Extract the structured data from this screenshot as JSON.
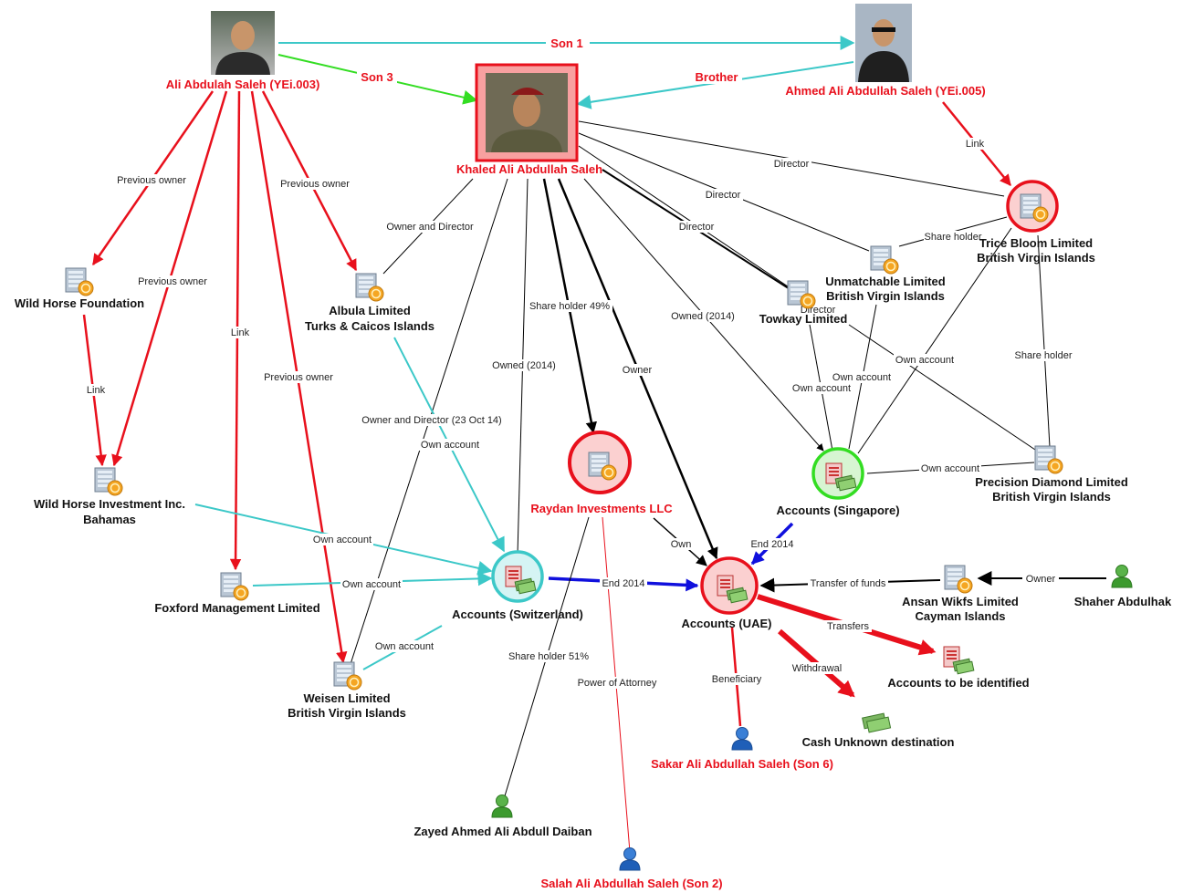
{
  "nodes": {
    "ali": "Ali Abdulah Saleh (YEi.003)",
    "ahmed": "Ahmed Ali Abdullah Saleh (YEi.005)",
    "khaled": "Khaled Ali Abdullah Saleh",
    "wild_horse_foundation": "Wild Horse Foundation",
    "albula_1": "Albula Limited",
    "albula_2": "Turks & Caicos Islands",
    "unmatchable_1": "Unmatchable Limited",
    "unmatchable_2": "British Virgin Islands",
    "towkay": "Towkay Limited",
    "trice_1": "Trice Bloom Limited",
    "trice_2": "British Virgin Islands",
    "wild_horse_inv_1": "Wild Horse Investment Inc.",
    "wild_horse_inv_2": "Bahamas",
    "raydan": "Raydan Investments LLC",
    "accounts_singapore": "Accounts (Singapore)",
    "precision_1": "Precision Diamond Limited",
    "precision_2": "British Virgin Islands",
    "foxford": "Foxford Management Limited",
    "accounts_switzerland": "Accounts (Switzerland)",
    "accounts_uae": "Accounts (UAE)",
    "ansan_1": "Ansan Wikfs Limited",
    "ansan_2": "Cayman Islands",
    "shaher": "Shaher Abdulhak",
    "accounts_tbi": "Accounts to be identified",
    "weisen_1": "Weisen Limited",
    "weisen_2": "British Virgin Islands",
    "cash": "Cash Unknown destination",
    "sakar": "Sakar Ali Abdullah Saleh (Son 6)",
    "zayed": "Zayed Ahmed Ali Abdull Daiban",
    "salah": "Salah Ali Abdullah Saleh (Son 2)"
  },
  "edges": {
    "son1": "Son 1",
    "son3": "Son 3",
    "brother": "Brother",
    "link_ahmed_trice": "Link",
    "prev_owner_whf": "Previous owner",
    "prev_owner_whi": "Previous owner",
    "prev_owner_albula": "Previous owner",
    "prev_owner_weisen": "Previous owner",
    "link_ali_foxford": "Link",
    "link_whf_whi": "Link",
    "owner_director_albula": "Owner and Director",
    "owner_director_weisen": "Owner and Director (23 Oct 14)",
    "share_holder_49": "Share holder 49%",
    "owned_2014_swiss": "Owned (2014)",
    "owner_uae": "Owner",
    "owned_2014_sing": "Owned (2014)",
    "director_trice": "Director",
    "director_unmatchable": "Director",
    "director_towkay": "Director",
    "director_towkay_2": "Director",
    "share_holder_unm_trice": "Share holder",
    "share_holder_trice_prec": "Share holder",
    "own_account_albula": "Own account",
    "own_account_whi": "Own account",
    "own_account_foxford": "Own account",
    "own_account_weisen": "Own account",
    "own_account_towkay": "Own account",
    "own_account_unmatchable": "Own account",
    "own_account_trice": "Own account",
    "own_account_precision": "Own account",
    "own_raydan_uae": "Own",
    "end_2014_swiss_uae": "End 2014",
    "end_2014_sing_uae": "End 2014",
    "transfer_funds": "Transfer of funds",
    "owner_shaher": "Owner",
    "transfers": "Transfers",
    "withdrawal": "Withdrawal",
    "beneficiary": "Beneficiary",
    "share_holder_51": "Share holder 51%",
    "power_of_attorney": "Power of Attorney"
  },
  "colors": {
    "red_link": "#e8101c",
    "cyan_link": "#3cc8c8",
    "green_link": "#33dd22",
    "blue_link": "#1010dd",
    "black_link": "#000000"
  },
  "icons": {
    "company": "company-building-icon",
    "account": "account-money-icon",
    "person": "person-icon",
    "cash": "cash-icon",
    "photo": "person-photo-icon"
  }
}
